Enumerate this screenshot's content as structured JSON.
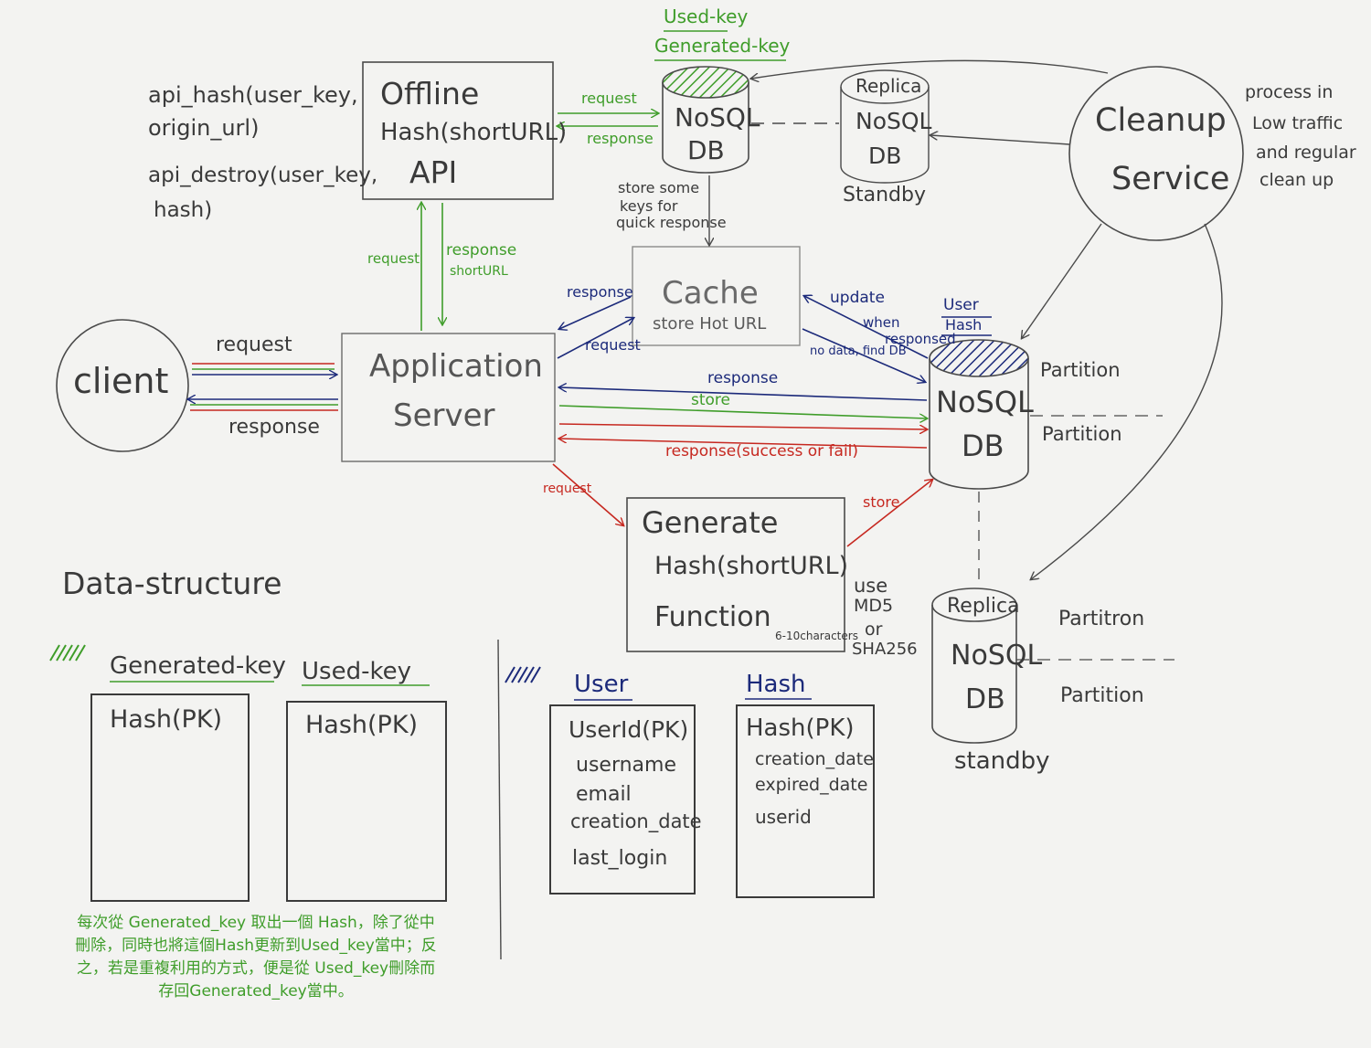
{
  "api_notes": {
    "hash_line1": "api_hash(user_key,",
    "hash_line2": "origin_url)",
    "destroy_line1": "api_destroy(user_key,",
    "destroy_line2": "hash)"
  },
  "offline_api": {
    "line1": "Offline",
    "line2": "Hash(shortURL)",
    "line3": "API"
  },
  "key_db": {
    "label_used": "Used-key",
    "label_generated": "Generated-key",
    "line1": "NoSQL",
    "line2": "DB"
  },
  "replica_top": {
    "title": "Replica",
    "line1": "NoSQL",
    "line2": "DB",
    "standby": "Standby"
  },
  "cleanup": {
    "line1": "Cleanup",
    "line2": "Service",
    "note_line1": "process in",
    "note_line2": "Low traffic",
    "note_line3": "and regular",
    "note_line4": "clean up"
  },
  "cache": {
    "title": "Cache",
    "subtitle": "store Hot URL",
    "store_note_line1": "store some",
    "store_note_line2": "keys for",
    "store_note_line3": "quick response"
  },
  "client": {
    "label": "client"
  },
  "app_server": {
    "line1": "Application",
    "line2": "Server"
  },
  "main_db": {
    "label_user": "User",
    "label_hash": "Hash",
    "line1": "NoSQL",
    "line2": "DB",
    "partition1": "Partition",
    "partition2": "Partition"
  },
  "replica_bottom": {
    "title": "Replica",
    "line1": "NoSQL",
    "line2": "DB",
    "standby": "standby",
    "partition1": "Partitron",
    "partition2": "Partition"
  },
  "generate": {
    "line1": "Generate",
    "line2": "Hash(shortURL)",
    "line3": "Function",
    "note_chars": "6-10characters",
    "use_line1": "use",
    "use_line2": "MD5",
    "use_line3": "or",
    "use_line4": "SHA256"
  },
  "arrow_labels": {
    "offline_request": "request",
    "offline_response": "response",
    "api_request": "request",
    "api_response_line1": "response",
    "api_response_line2": "shortURL",
    "client_request": "request",
    "client_response": "response",
    "cache_response": "response",
    "cache_request": "request",
    "cache_update_line1": "update",
    "cache_update_line2": "when",
    "cache_update_line3": "responsed",
    "cache_nodata": "no data, find DB",
    "db_response": "response",
    "db_store": "store",
    "db_response_result": "response(success or fail)",
    "gen_request": "request",
    "gen_store": "store"
  },
  "data_structure": {
    "title": "Data-structure",
    "generated_key_title": "Generated-key",
    "generated_key_fields": [
      "Hash(PK)"
    ],
    "used_key_title": "Used-key",
    "used_key_fields": [
      "Hash(PK)"
    ],
    "user_title": "User",
    "user_fields": [
      "UserId(PK)",
      "username",
      "email",
      "creation_date",
      "last_login"
    ],
    "hash_title": "Hash",
    "hash_fields": [
      "Hash(PK)",
      "creation_date",
      "expired_date",
      "userid"
    ],
    "note": "每次從 Generated_key 取出一個 Hash，除了從中刪除，同時也將這個Hash更新到Used_key當中；反之，若是重複利用的方式，便是從 Used_key刪除而存回Generated_key當中。"
  },
  "colors": {
    "pencil": "#4a4a4a",
    "green": "#3f9d2a",
    "blue": "#1c2a7a",
    "red": "#c62820",
    "paper": "#f3f3f1"
  }
}
